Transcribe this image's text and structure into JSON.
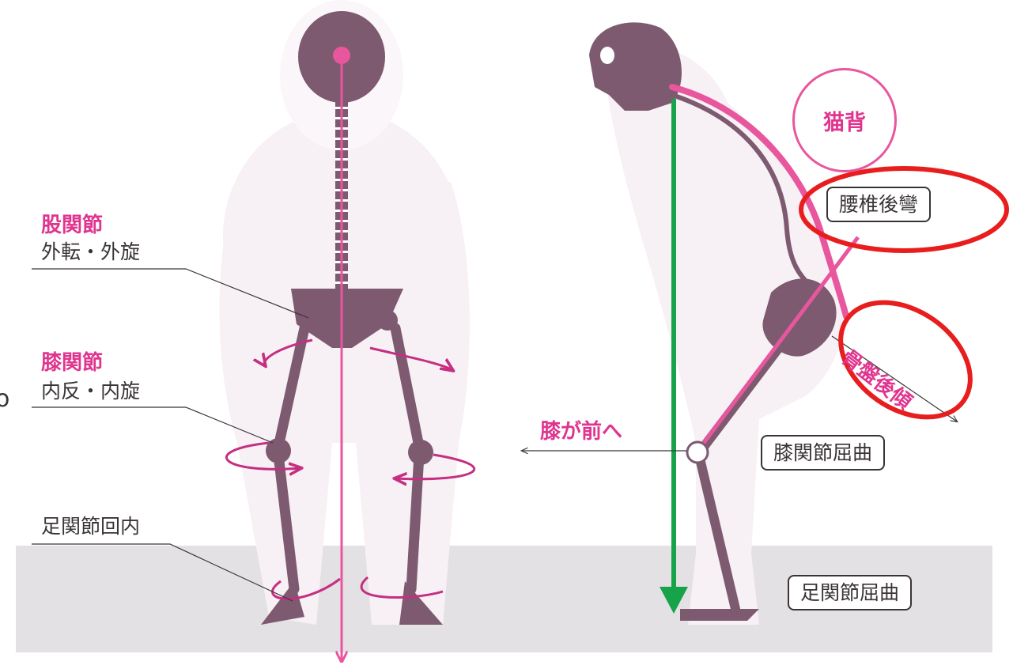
{
  "colors": {
    "bone": "#7d5a70",
    "accent_pink": "#e8569e",
    "body_silhouette": "#f6eef3",
    "floor": "#e4e1e4",
    "green_arrow": "#17a34a",
    "red_highlight": "#e81e1e",
    "label_dark": "#3a3437"
  },
  "front_view": {
    "hip_title": "股関節",
    "hip_desc": "外転・外旋",
    "knee_title": "膝関節",
    "knee_desc": "内反・内旋",
    "ankle_label": "足関節回内"
  },
  "side_view": {
    "cat_back": "猫背",
    "lumbar": "腰椎後彎",
    "pelvis": "骨盤後傾",
    "knee_forward": "膝が前へ",
    "knee_flexion": "膝関節屈曲",
    "ankle_flexion": "足関節屈曲"
  },
  "margin_fragment": "o"
}
